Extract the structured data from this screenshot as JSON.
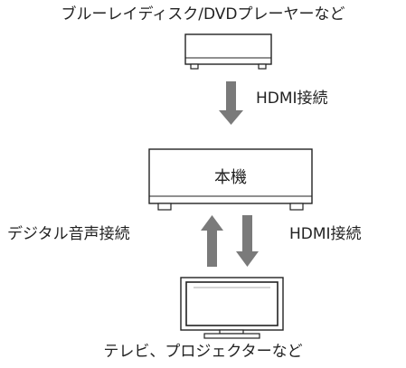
{
  "labels": {
    "source_device": "ブルーレイディスク/DVDプレーヤーなど",
    "main_unit": "本機",
    "hdmi_top": "HDMI接続",
    "hdmi_bottom": "HDMI接続",
    "digital_audio": "デジタル音声接続",
    "display_device": "テレビ、プロジェクターなど"
  },
  "colors": {
    "line": "#222222",
    "arrow": "#7a7a7a",
    "screen": "#ffffff"
  },
  "icons": {
    "source": "player-device-icon",
    "main": "receiver-box-icon",
    "display": "tv-monitor-icon"
  }
}
